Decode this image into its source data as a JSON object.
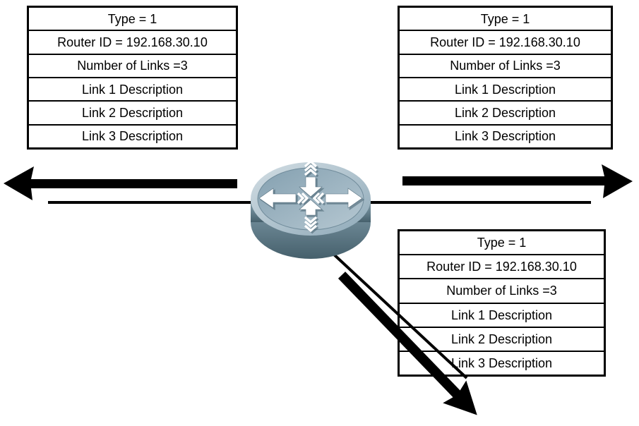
{
  "lsa": {
    "rows": [
      "Type = 1",
      "Router ID = 192.168.30.10",
      "Number of Links =3",
      "Link 1 Description",
      "Link 2 Description",
      "Link 3 Description"
    ]
  },
  "router": {
    "icon": "cisco-router-icon"
  },
  "colors": {
    "background": "#ffffff",
    "text": "#000000",
    "table_border": "#000000",
    "line": "#000000",
    "router_top": "#a9bfcc",
    "router_side": "#5d7b8b",
    "router_arrows": "#ffffff"
  }
}
